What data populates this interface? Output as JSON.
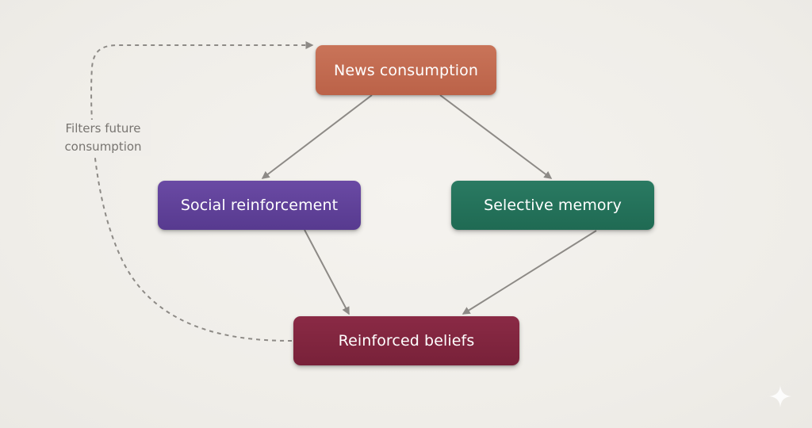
{
  "diagram": {
    "nodes": {
      "news": {
        "label": "News consumption",
        "color": "#c26b50"
      },
      "social": {
        "label": "Social reinforcement",
        "color": "#60429a"
      },
      "memory": {
        "label": "Selective memory",
        "color": "#25725a"
      },
      "beliefs": {
        "label": "Reinforced beliefs",
        "color": "#81253f"
      }
    },
    "edges": [
      {
        "from": "news",
        "to": "social",
        "style": "solid"
      },
      {
        "from": "news",
        "to": "memory",
        "style": "solid"
      },
      {
        "from": "social",
        "to": "beliefs",
        "style": "solid"
      },
      {
        "from": "memory",
        "to": "beliefs",
        "style": "solid"
      },
      {
        "from": "beliefs",
        "to": "news",
        "style": "dashed"
      }
    ],
    "feedback_label": {
      "line1": "Filters future",
      "line2": "consumption"
    },
    "connector_color": "#8d8a86",
    "background": "#f1efeb",
    "watermark_icon": "sparkle-icon"
  }
}
